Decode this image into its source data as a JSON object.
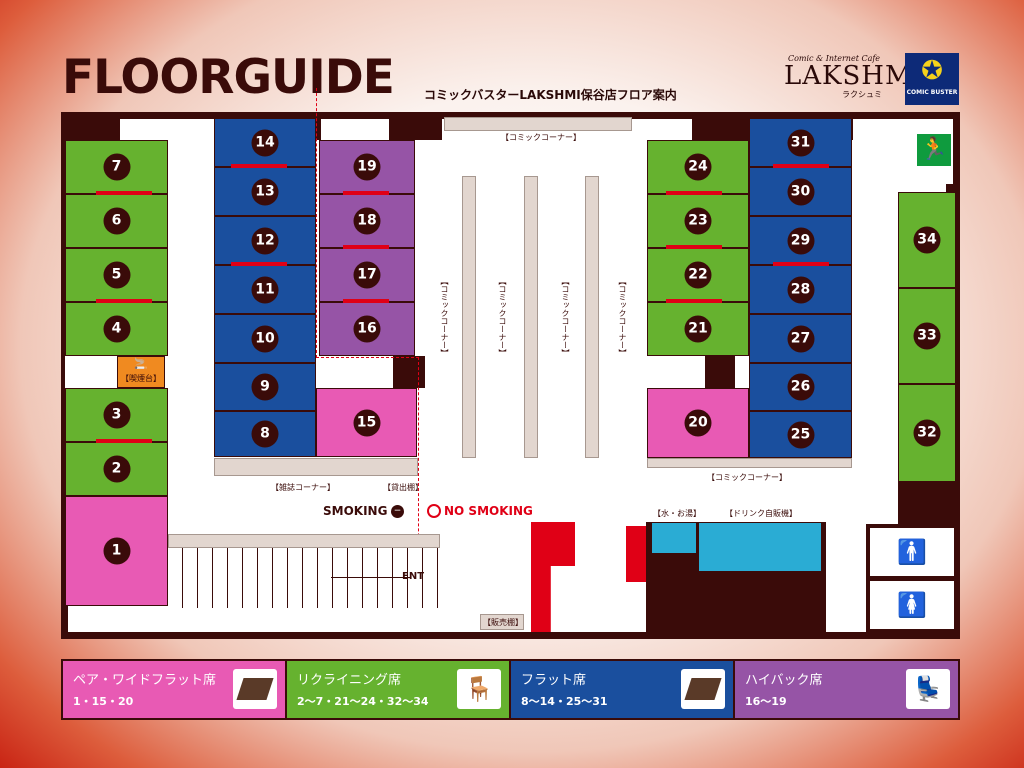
{
  "header": {
    "title": "FLOORGUIDE",
    "subtitle": "コミックバスターLAKSHMI保谷店フロア案内",
    "logo_tagline": "Comic & Internet Cafe",
    "logo_name": "LAKSHMI",
    "logo_ruby": "ラクシュミ",
    "badge_text": "COMIC BUSTER"
  },
  "colors": {
    "green": "#66b22f",
    "blue": "#1a4f9e",
    "purple": "#9654a6",
    "pink": "#e85ab4",
    "frame": "#3a0b09",
    "water": "#2aacd4",
    "no_smoking": "#e00016"
  },
  "map": {
    "seats": [
      "1",
      "2",
      "3",
      "4",
      "5",
      "6",
      "7",
      "8",
      "9",
      "10",
      "11",
      "12",
      "13",
      "14",
      "15",
      "16",
      "17",
      "18",
      "19",
      "20",
      "21",
      "22",
      "23",
      "24",
      "25",
      "26",
      "27",
      "28",
      "29",
      "30",
      "31",
      "32",
      "33",
      "34"
    ],
    "labels": {
      "comic_top": "【コミックコーナー】",
      "comic_bottom": "【コミックコーナー】",
      "comic_vertical": "【コミックコーナー】",
      "smoking_seat": "【喫煙台】",
      "magazine": "【雑誌コーナー】",
      "rental": "【貸出棚】",
      "smoking": "SMOKING",
      "no_smoking": "NO SMOKING",
      "water": "【水・お湯】",
      "drink": "【ドリンク自販機】",
      "shop": "【販売棚】",
      "entrance": "ENT"
    },
    "icons": [
      "emergency-exit-icon",
      "smoking-icon",
      "no-smoking-icon",
      "male-restroom-icon",
      "female-restroom-icon"
    ]
  },
  "legend": [
    {
      "name": "ペア・ワイドフラット席",
      "range": "1・15・20",
      "color": "#e85ab4",
      "icon": "flat-mat-icon"
    },
    {
      "name": "リクライニング席",
      "range": "2〜7・21〜24・32〜34",
      "color": "#66b22f",
      "icon": "recliner-icon"
    },
    {
      "name": "フラット席",
      "range": "8〜14・25〜31",
      "color": "#1a4f9e",
      "icon": "flat-mat-icon"
    },
    {
      "name": "ハイバック席",
      "range": "16〜19",
      "color": "#9654a6",
      "icon": "office-chair-icon"
    }
  ]
}
